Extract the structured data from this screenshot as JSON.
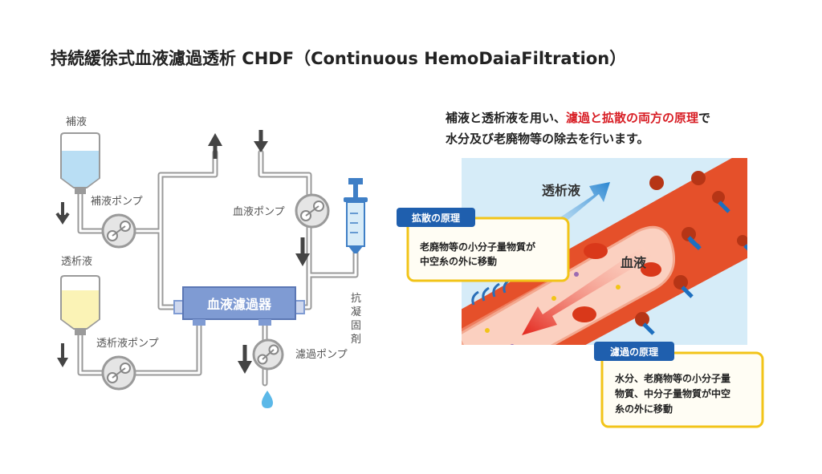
{
  "title": "持続緩徐式血液濾過透析 CHDF（Continuous HemoDaiaFiltration）",
  "labels": {
    "replacement_fluid": "補液",
    "replacement_pump": "補液ポンプ",
    "dialysate": "透析液",
    "dialysate_pump": "透析液ポンプ",
    "blood_pump": "血液ポンプ",
    "filter": "血液濾過器",
    "filtration_pump": "濾過ポンプ",
    "anticoagulant": [
      "抗",
      "凝",
      "固",
      "剤"
    ]
  },
  "description": {
    "line1_a": "補液と透析液を用い、",
    "line1_b": "濾過と拡散の両方の原理",
    "line1_c": "で",
    "line2": "水分及び老廃物等の除去を行います。"
  },
  "vessel": {
    "dialysate_label": "透析液",
    "blood_label": "血液"
  },
  "diffusion": {
    "badge": "拡散の原理",
    "lines": [
      "老廃物等の小分子量物質が",
      "中空糸の外に移動"
    ]
  },
  "filtration": {
    "badge": "濾過の原理",
    "lines": [
      "水分、老廃物等の小分子量",
      "物質、中分子量物質が中空",
      "糸の外に移動"
    ]
  },
  "colors": {
    "blue_badge": "#1f5fae",
    "highlight_red": "#d81f26",
    "card_border": "#f2c418",
    "vessel_red": "#e5502a",
    "panel_blue": "#d6ecf8",
    "filter_blue": "#7f9bd3",
    "saline": "#b9def4",
    "dialysate_fluid": "#fbf3b6"
  },
  "icons": [
    "arrow-up-icon",
    "arrow-down-icon",
    "pump-icon",
    "syringe-icon",
    "water-drop-icon",
    "blood-vessel-icon"
  ]
}
